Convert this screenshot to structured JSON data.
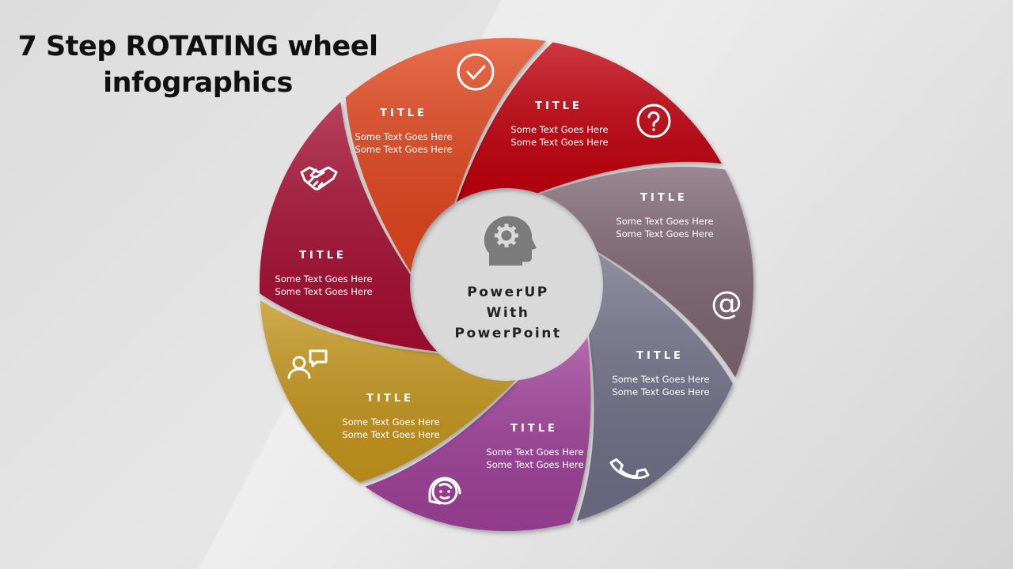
{
  "slide": {
    "title_line1": "7 Step ROTATING wheel",
    "title_line2": "infographics"
  },
  "center": {
    "line1": "PowerUP",
    "line2": "With",
    "line3": "PowerPoint",
    "icon": "head-gear-icon"
  },
  "segments": [
    {
      "id": "red",
      "color": "#c0000a",
      "title": "TITLE",
      "text1": "Some Text Goes Here",
      "text2": "Some Text Goes Here",
      "icon": "check-circle-icon"
    },
    {
      "id": "mauve",
      "color": "#7d6572",
      "title": "TITLE",
      "text1": "Some Text Goes Here",
      "text2": "Some Text Goes Here",
      "icon": "question-circle-icon"
    },
    {
      "id": "slate",
      "color": "#6f6e86",
      "title": "TITLE",
      "text1": "Some Text Goes Here",
      "text2": "Some Text Goes Here",
      "icon": "at-sign-icon"
    },
    {
      "id": "purple",
      "color": "#9e3f98",
      "title": "TITLE",
      "text1": "Some Text Goes Here",
      "text2": "Some Text Goes Here",
      "icon": "phone-icon"
    },
    {
      "id": "gold",
      "color": "#c4951d",
      "title": "TITLE",
      "text1": "Some Text Goes Here",
      "text2": "Some Text Goes Here",
      "icon": "customer-support-icon"
    },
    {
      "id": "crimson",
      "color": "#a50d33",
      "title": "TITLE",
      "text1": "Some Text Goes Here",
      "text2": "Some Text Goes Here",
      "icon": "user-chat-icon"
    },
    {
      "id": "orange",
      "color": "#e0441c",
      "title": "TITLE",
      "text1": "Some Text Goes Here",
      "text2": "Some Text Goes Here",
      "icon": "handshake-icon"
    }
  ]
}
